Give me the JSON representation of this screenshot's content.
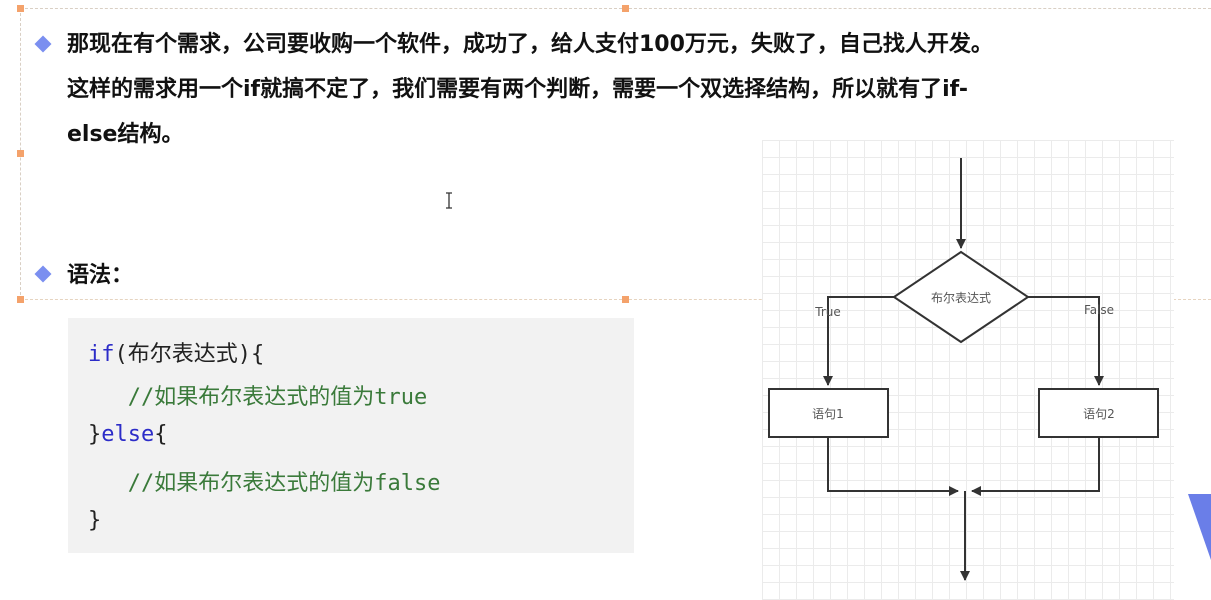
{
  "slide": {
    "paragraph": {
      "lines": [
        "那现在有个需求，公司要收购一个软件，成功了，给人支付100万元，失败了，自己找人开发。",
        "这样的需求用一个if就搞不定了，我们需要有两个判断，需要一个双选择结构，所以就有了if-",
        "else结构。"
      ]
    },
    "heading": "语法：",
    "bullet_icon": "diamond-bullet-icon",
    "accent_color": "#7b8ff0",
    "handle_color": "#f4a26b"
  },
  "code": {
    "lines": [
      {
        "parts": [
          {
            "t": "if",
            "c": "kw"
          },
          {
            "t": "(布尔表达式){",
            "c": ""
          }
        ]
      },
      {
        "parts": [
          {
            "t": "   //如果布尔表达式的值为true",
            "c": "cm"
          }
        ]
      },
      {
        "parts": [
          {
            "t": "}",
            "c": ""
          },
          {
            "t": "else",
            "c": "kw"
          },
          {
            "t": "{",
            "c": ""
          }
        ]
      },
      {
        "parts": [
          {
            "t": "   //如果布尔表达式的值为false",
            "c": "cm"
          }
        ]
      },
      {
        "parts": [
          {
            "t": "}",
            "c": ""
          }
        ]
      }
    ],
    "line1_kw": "if",
    "line1_rest": "(布尔表达式){",
    "line2": "   //如果布尔表达式的值为true",
    "line3_open": "}",
    "line3_kw": "else",
    "line3_close": "{",
    "line4": "   //如果布尔表达式的值为false",
    "line5": "}"
  },
  "flowchart": {
    "condition": "布尔表达式",
    "true_label": "True",
    "false_label": "False",
    "statement1": "语句1",
    "statement2": "语句2"
  }
}
